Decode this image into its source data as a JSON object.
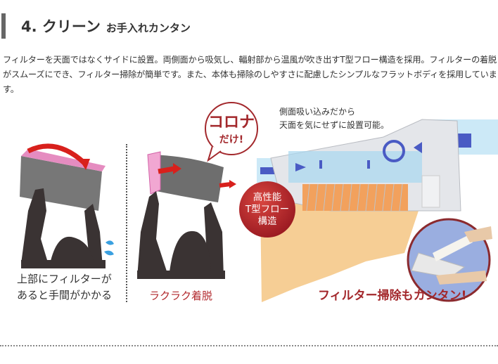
{
  "heading": {
    "number_title": "4. クリーン",
    "subtitle": "お手入れカンタン"
  },
  "description": "フィルターを天面ではなくサイドに設置。両側面から吸気し、輻射部から温風が吹き出すT型フロー構造を採用。フィルターの着脱がスムーズにでき、フィルター掃除が簡単です。また、本体も掃除のしやすさに配慮したシンプルなフラットボディを採用しています。",
  "illustration": {
    "left_caption_line1": "上部にフィルターが",
    "left_caption_line2": "あると手間がかかる",
    "middle_caption": "ラクラク着脱",
    "bubble_line1": "コロナ",
    "bubble_line2": "だけ!",
    "note_line1": "側面吸い込みだから",
    "note_line2": "天面を気にせずに設置可能。",
    "badge_line1": "高性能",
    "badge_line2": "T型フロー",
    "badge_line3": "構造",
    "filter_caption": "フィルター掃除もカンタン!"
  },
  "colors": {
    "accent_red": "#a3282c",
    "heading_bar": "#666666",
    "airflow_blue": "#4a5bc4",
    "heat_orange": "#f5c27a"
  }
}
